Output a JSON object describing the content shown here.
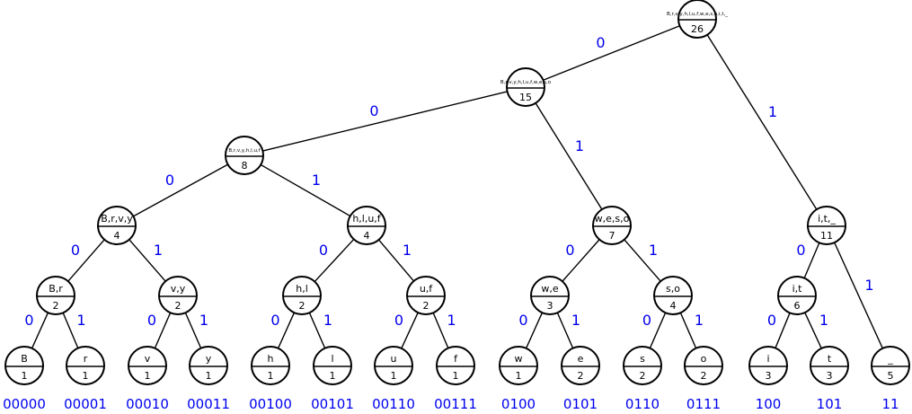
{
  "colors": {
    "edge_label": "#0000ee",
    "code": "#0000ee",
    "node_stroke": "#000000"
  },
  "tree": {
    "id": "root",
    "label": "B,r,v,y,h,l,u,f,w,e,s,o,i,t,_",
    "weight": "26",
    "children": [
      {
        "id": "n15",
        "bit": "0",
        "label": "B,r,v,y,h,l,u,f,w,e,s,o",
        "weight": "15",
        "children": [
          {
            "id": "n8",
            "bit": "0",
            "label": "B,r,v,y,h,l,u,f",
            "weight": "8",
            "children": [
              {
                "id": "brvy",
                "bit": "0",
                "label": "B,r,v,y",
                "weight": "4",
                "children": [
                  {
                    "id": "br",
                    "bit": "0",
                    "label": "B,r",
                    "weight": "2",
                    "children": [
                      {
                        "id": "B",
                        "bit": "0",
                        "label": "B",
                        "weight": "1",
                        "code": "00000"
                      },
                      {
                        "id": "r",
                        "bit": "1",
                        "label": "r",
                        "weight": "1",
                        "code": "00001"
                      }
                    ]
                  },
                  {
                    "id": "vy",
                    "bit": "1",
                    "label": "v,y",
                    "weight": "2",
                    "children": [
                      {
                        "id": "v",
                        "bit": "0",
                        "label": "v",
                        "weight": "1",
                        "code": "00010"
                      },
                      {
                        "id": "y",
                        "bit": "1",
                        "label": "y",
                        "weight": "1",
                        "code": "00011"
                      }
                    ]
                  }
                ]
              },
              {
                "id": "hluf",
                "bit": "1",
                "label": "h,l,u,f",
                "weight": "4",
                "children": [
                  {
                    "id": "hl",
                    "bit": "0",
                    "label": "h,l",
                    "weight": "2",
                    "children": [
                      {
                        "id": "h",
                        "bit": "0",
                        "label": "h",
                        "weight": "1",
                        "code": "00100"
                      },
                      {
                        "id": "l",
                        "bit": "1",
                        "label": "l",
                        "weight": "1",
                        "code": "00101"
                      }
                    ]
                  },
                  {
                    "id": "uf",
                    "bit": "1",
                    "label": "u,f",
                    "weight": "2",
                    "children": [
                      {
                        "id": "u",
                        "bit": "0",
                        "label": "u",
                        "weight": "1",
                        "code": "00110"
                      },
                      {
                        "id": "f",
                        "bit": "1",
                        "label": "f",
                        "weight": "1",
                        "code": "00111"
                      }
                    ]
                  }
                ]
              }
            ]
          },
          {
            "id": "weso",
            "bit": "1",
            "label": "w,e,s,o",
            "weight": "7",
            "children": [
              {
                "id": "we",
                "bit": "0",
                "label": "w,e",
                "weight": "3",
                "children": [
                  {
                    "id": "w",
                    "bit": "0",
                    "label": "w",
                    "weight": "1",
                    "code": "0100"
                  },
                  {
                    "id": "e",
                    "bit": "1",
                    "label": "e",
                    "weight": "2",
                    "code": "0101"
                  }
                ]
              },
              {
                "id": "so",
                "bit": "1",
                "label": "s,o",
                "weight": "4",
                "children": [
                  {
                    "id": "s",
                    "bit": "0",
                    "label": "s",
                    "weight": "2",
                    "code": "0110"
                  },
                  {
                    "id": "o",
                    "bit": "1",
                    "label": "o",
                    "weight": "2",
                    "code": "0111"
                  }
                ]
              }
            ]
          }
        ]
      },
      {
        "id": "it_",
        "bit": "1",
        "label": "i,t,_",
        "weight": "11",
        "children": [
          {
            "id": "it",
            "bit": "0",
            "label": "i,t",
            "weight": "6",
            "children": [
              {
                "id": "i",
                "bit": "0",
                "label": "i",
                "weight": "3",
                "code": "100"
              },
              {
                "id": "t",
                "bit": "1",
                "label": "t",
                "weight": "3",
                "code": "101"
              }
            ]
          },
          {
            "id": "_",
            "bit": "1",
            "label": "_",
            "weight": "5",
            "code": "11"
          }
        ]
      }
    ]
  }
}
